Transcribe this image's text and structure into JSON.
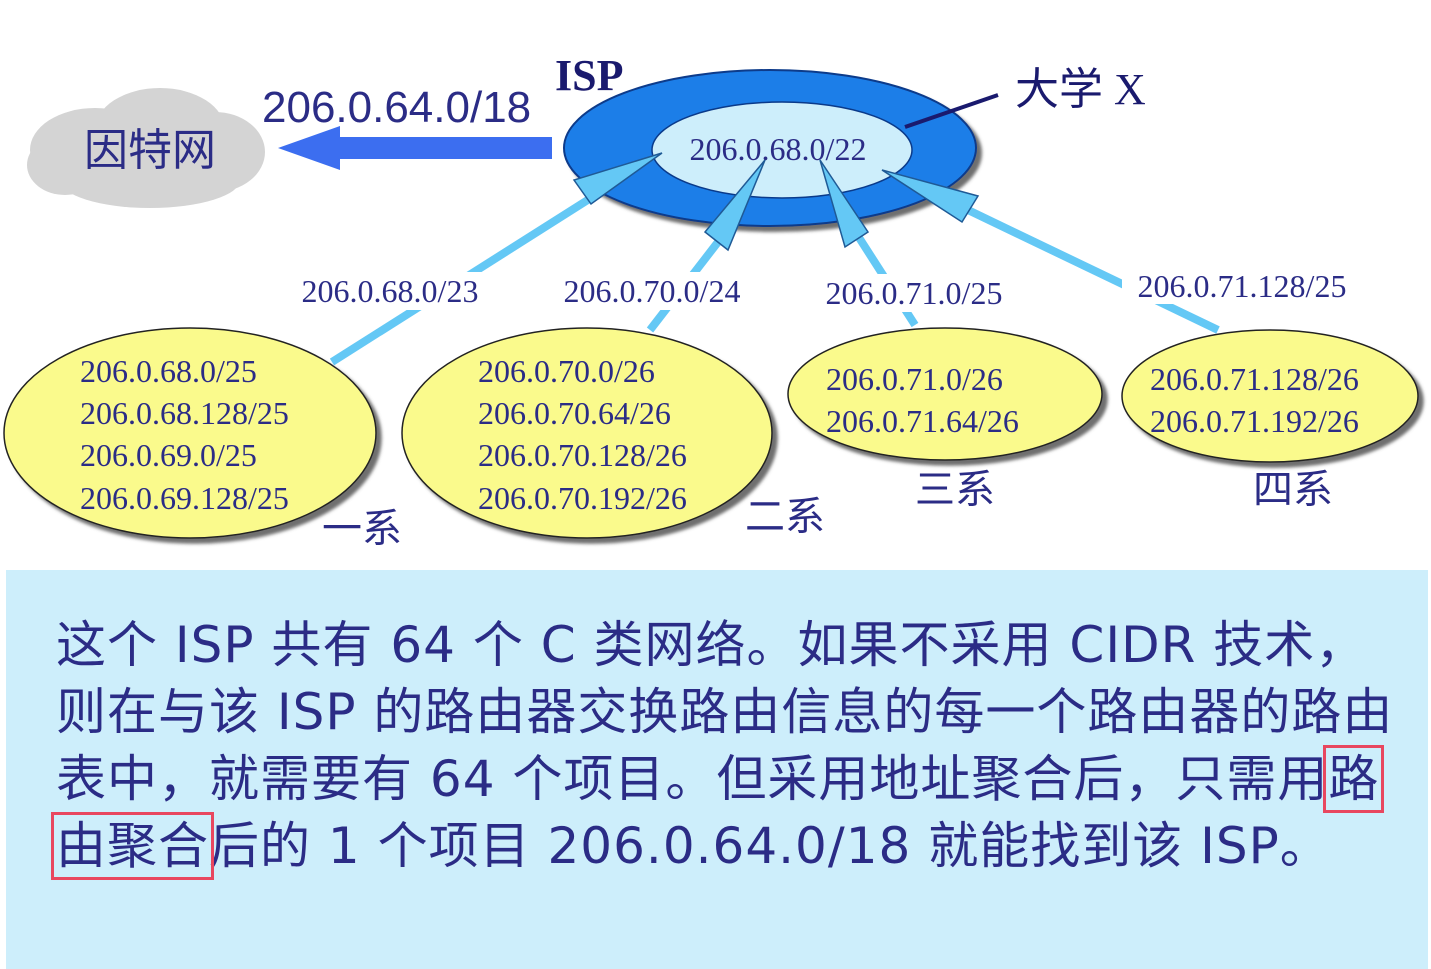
{
  "diagram": {
    "isp_label": "ISP",
    "university_label": "大学 X",
    "internet_label": "因特网",
    "aggregate_prefix": "206.0.64.0/18",
    "university_prefix": "206.0.68.0/22",
    "departments": [
      {
        "name": "一系",
        "route": "206.0.68.0/23",
        "subnets": [
          "206.0.68.0/25",
          "206.0.68.128/25",
          "206.0.69.0/25",
          "206.0.69.128/25"
        ]
      },
      {
        "name": "二系",
        "route": "206.0.70.0/24",
        "subnets": [
          "206.0.70.0/26",
          "206.0.70.64/26",
          "206.0.70.128/26",
          "206.0.70.192/26"
        ]
      },
      {
        "name": "三系",
        "route": "206.0.71.0/25",
        "subnets": [
          "206.0.71.0/26",
          "206.0.71.64/26"
        ]
      },
      {
        "name": "四系",
        "route": "206.0.71.128/25",
        "subnets": [
          "206.0.71.128/26",
          "206.0.71.192/26"
        ]
      }
    ],
    "colors": {
      "isp_ring": "#1e7ee8",
      "inner_ellipse": "#cdeefb",
      "dept_fill": "#fafa8c",
      "arrow_light": "#64c8f5",
      "arrow_internet": "#3c6ef0",
      "text": "#2b2c86"
    }
  },
  "explanation": {
    "before": "这个 ISP 共有 64 个 C 类网络。如果不采用 CIDR 技术，则在与该 ISP 的路由器交换路由信息的每一个路由器的路由表中，就需要有 64 个项目。但采用地址聚合后，只需用",
    "highlight": "路由聚合",
    "after": "后的 1 个项目 206.0.64.0/18 就能找到该 ISP。"
  }
}
